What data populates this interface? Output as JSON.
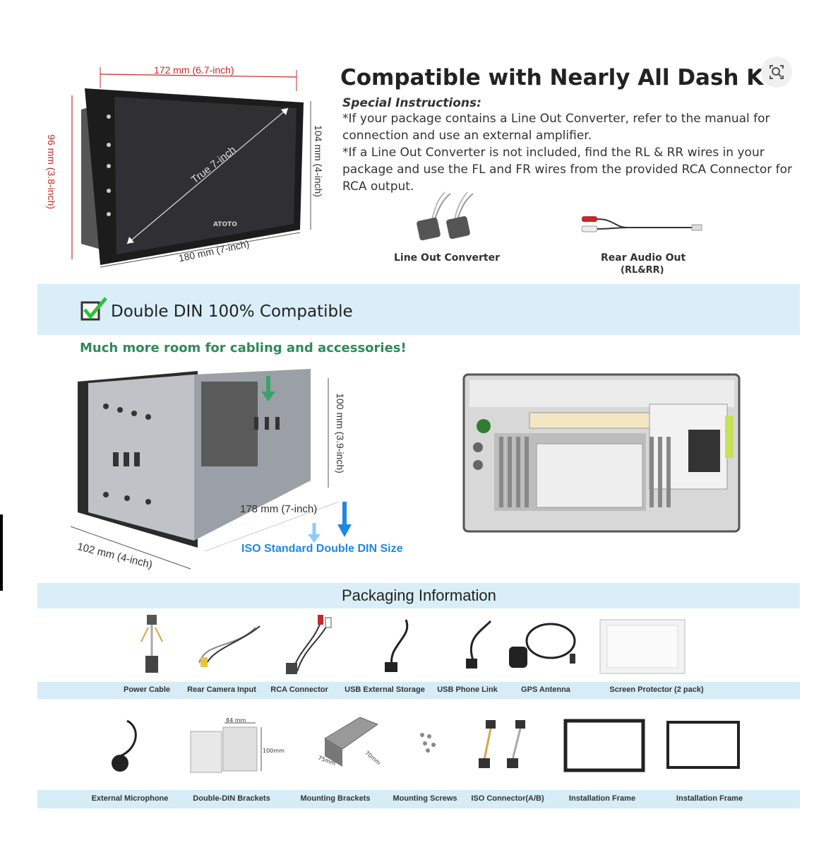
{
  "header": {
    "title": "Compatible with Nearly All Dash K",
    "instructions_title": "Special Instructions:",
    "instruction_1": "*If your package contains a Line Out Converter, refer to the manual for connection and use an external amplifier.",
    "instruction_2": "*If a Line Out Converter is not included, find the RL & RR wires in your package and use the FL and FR wires from the provided RCA Connector for RCA output."
  },
  "dimensions_top": {
    "width_top": "172 mm (6.7-inch)",
    "height_left": "96 mm (3.8-inch)",
    "height_right": "104 mm (4-inch)",
    "width_bottom": "180 mm (7-inch)",
    "diagonal": "True 7-inch",
    "brand": "ATOTO"
  },
  "accessories_top": [
    {
      "label": "Line Out Converter"
    },
    {
      "label": "Rear Audio Out",
      "sub": "(RL&RR)"
    }
  ],
  "din_section": {
    "title": "Double DIN 100% Compatible",
    "subtitle": "Much more room for cabling and accessories!",
    "height": "100 mm (3.9-inch)",
    "width": "178 mm (7-inch)",
    "depth": "102 mm (4-inch)",
    "iso_label": "ISO Standard Double DIN Size"
  },
  "packaging": {
    "title": "Packaging Information",
    "row1": [
      "Power Cable",
      "Rear Camera Input",
      "RCA Connector",
      "USB External Storage",
      "USB Phone Link",
      "GPS Antenna",
      "Screen Protector (2 pack)"
    ],
    "row2": [
      "External Microphone",
      "Double-DIN Brackets",
      "Mounting Brackets",
      "Mounting Screws",
      "ISO Connector(A/B)",
      "Installation Frame",
      "Installation Frame"
    ],
    "bracket_dims": {
      "w": "84 mm",
      "h": "100mm"
    },
    "mount_dims": {
      "a": "75mm",
      "b": "70mm"
    }
  },
  "colors": {
    "band": "#d9eef8",
    "accent_green": "#2e8b57",
    "dim_red": "#c62828",
    "iso_blue": "#1e88e5"
  },
  "icons": {
    "search": "lens-search-icon",
    "check": "checkbox-checked-icon"
  }
}
